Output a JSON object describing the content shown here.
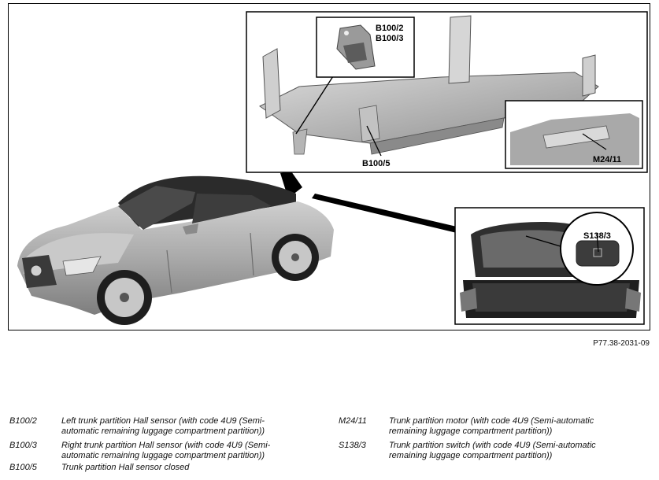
{
  "figure_id": "P77.38-2031-09",
  "callouts": {
    "b100_2": "B100/2",
    "b100_3": "B100/3",
    "b100_5": "B100/5",
    "m24_11": "M24/11",
    "s138_3": "S138/3"
  },
  "legend_left": [
    {
      "code": "B100/2",
      "desc": "Left trunk partition Hall sensor (with code 4U9 (Semi-automatic remaining luggage compartment partition))"
    },
    {
      "code": "B100/3",
      "desc": "Right trunk partition Hall sensor (with code 4U9 (Semi-automatic remaining luggage compartment partition))"
    },
    {
      "code": "B100/5",
      "desc": "Trunk partition Hall sensor closed"
    }
  ],
  "legend_right": [
    {
      "code": "M24/11",
      "desc": "Trunk partition motor (with code 4U9 (Semi-automatic remaining luggage compartment partition))"
    },
    {
      "code": "S138/3",
      "desc": "Trunk partition switch (with code 4U9 (Semi-automatic remaining luggage compartment partition))"
    }
  ],
  "colors": {
    "car_body": "#a8a8a8",
    "car_roof": "#2b2b2b",
    "component_gray": "#bcbcbc",
    "frame_border": "#000000"
  }
}
